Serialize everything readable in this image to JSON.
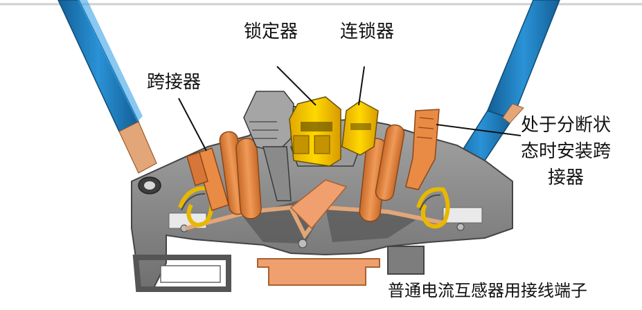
{
  "labels": {
    "locker": "锁定器",
    "interlock": "连锁器",
    "bridge": "跨接器",
    "note_line1": "处于分断状",
    "note_line2": "态时安装跨",
    "note_line3": "接器",
    "caption": "普通电流互感器用接线端子"
  },
  "colors": {
    "wire_blue": "#1d7fc0",
    "copper": "#e3a678",
    "housing_gray": "#8c8c8c",
    "yellow": "#f5c800",
    "orange": "#e98a45",
    "base_peach": "#efa06e"
  }
}
